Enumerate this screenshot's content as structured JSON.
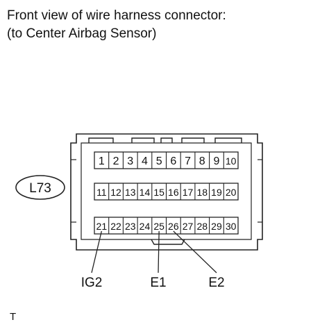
{
  "title_line1": "Front view of wire harness connector:",
  "title_line2": "(to Center Airbag Sensor)",
  "connector_code": "L73",
  "pins": [
    [
      "1",
      "2",
      "3",
      "4",
      "5",
      "6",
      "7",
      "8",
      "9",
      "10"
    ],
    [
      "11",
      "12",
      "13",
      "14",
      "15",
      "16",
      "17",
      "18",
      "19",
      "20"
    ],
    [
      "21",
      "22",
      "23",
      "24",
      "25",
      "26",
      "27",
      "28",
      "29",
      "30"
    ]
  ],
  "callouts": [
    {
      "label": "IG2",
      "pin": "21"
    },
    {
      "label": "E1",
      "pin": "25"
    },
    {
      "label": "E2",
      "pin": "26"
    }
  ],
  "corner_mark": "T"
}
